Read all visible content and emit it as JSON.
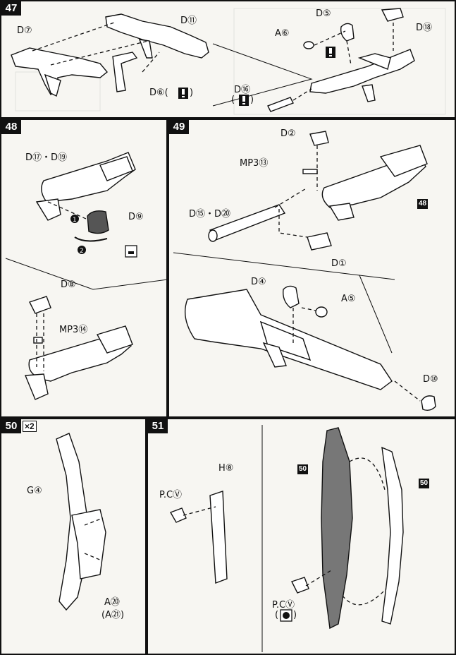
{
  "steps": [
    {
      "num": "47",
      "labels": [
        "D⑦",
        "D⑪",
        "D⑥(",
        ")",
        "A⑥",
        "D⑤",
        "D⑱",
        "D⑯",
        "(",
        ")"
      ]
    },
    {
      "num": "48",
      "labels": [
        "D⑰・D⑲",
        "D⑨",
        "D⑧",
        "MP3⑭"
      ]
    },
    {
      "num": "49",
      "labels": [
        "D②",
        "MP3⑬",
        "D⑮・D⑳",
        "D①",
        "48",
        "D④",
        "A⑤",
        "D⑩"
      ]
    },
    {
      "num": "50",
      "multiplier": "×2",
      "labels": [
        "G④",
        "A⑳",
        "(A㉑)"
      ]
    },
    {
      "num": "51",
      "labels": [
        "P.CⓋ",
        "H⑧",
        "50",
        "50",
        "P.CⓋ",
        "(",
        ")"
      ]
    }
  ],
  "icons": {
    "caution": "caution-icon",
    "seal": "seal-icon",
    "arrow1": "step-arrow-1-icon",
    "arrow2": "step-arrow-2-icon"
  }
}
